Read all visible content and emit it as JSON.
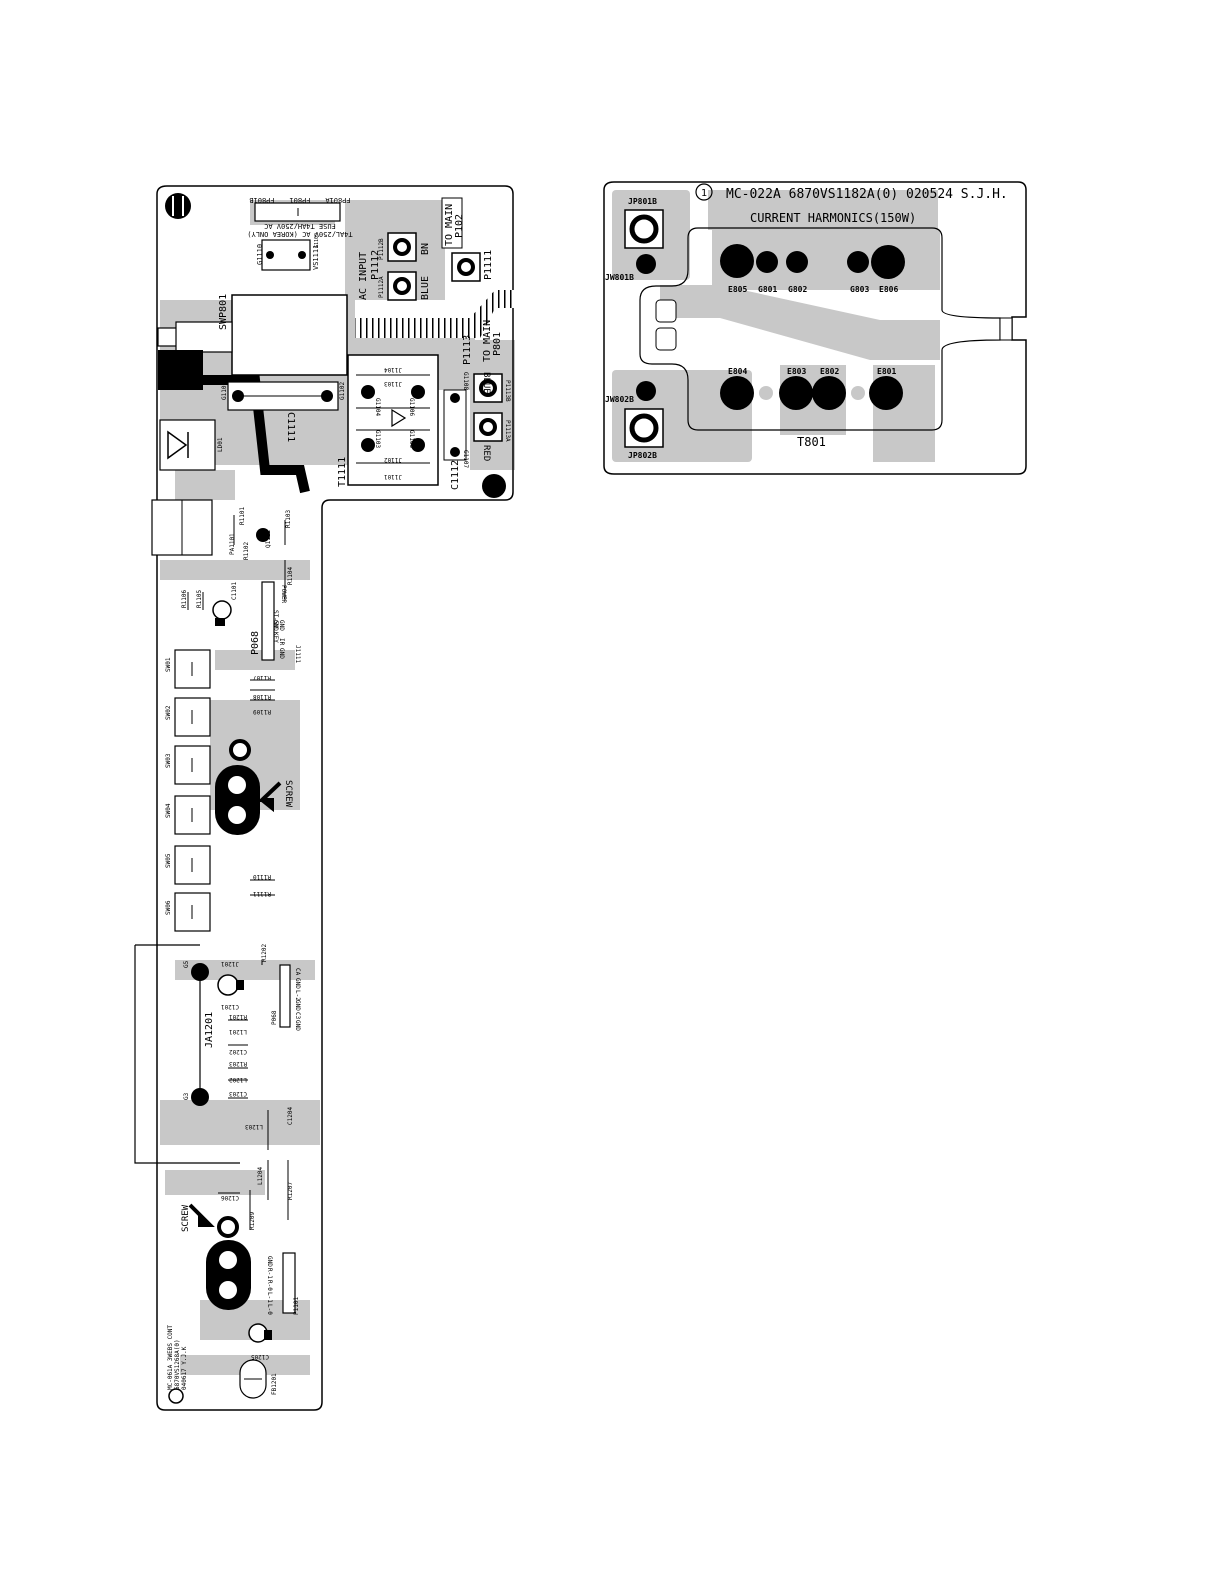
{
  "left_board": {
    "texts": {
      "fp801b": "FP801B",
      "fp801": "FP801",
      "fp801a": "FP801A",
      "fuse_note1": "T4AL/250V AC (KOREA ONLY)",
      "fuse_note2": "FUSE T4AH/250V AC",
      "vs1111": "VS1111",
      "g1110": "G1110",
      "g1109": "G1109",
      "ac_input": "AC INPUT",
      "p1112": "P1112",
      "p1112b": "P1112B",
      "p1112a": "P1112A",
      "bn": "BN",
      "blue1": "BLUE",
      "to_main_p102_a": "TO MAIN",
      "to_main_p102_b": "P102",
      "p1111": "P1111",
      "swp801": "SWP801",
      "p1113": "P1113",
      "to_main_p801_a": "TO MAIN",
      "to_main_p801_b": "P801",
      "blue2": "BLUE",
      "p1113b": "P1113B",
      "red": "RED",
      "p1113a": "P1113A",
      "c1111": "C1111",
      "c1112": "C1112",
      "t1111": "T1111",
      "g1101": "G1101",
      "g1102": "G1102",
      "j1103": "J1103",
      "j1104": "J1104",
      "j1101": "J1101",
      "j1102": "J1102",
      "g1104": "G1104",
      "g1106": "G1106",
      "g1103": "G1103",
      "g1105": "G1105",
      "g1107": "G1107",
      "g1108": "G1108",
      "ld01": "LD01",
      "r1101": "R1101",
      "r1103": "R1103",
      "r1102": "R1102",
      "q1101": "Q1101",
      "pa1101": "PA1101",
      "r1104": "R1104",
      "r1106": "R1106",
      "r1105": "R1105",
      "c1101": "C1101",
      "p068_top": "P068",
      "pin_power": "POWER",
      "pin_st5v": "ST-5V",
      "pin_gnd1": "GND",
      "pin_key": "KEY",
      "pin_gnd2": "GND",
      "pin_ir": "IR",
      "pin_gnd3": "GND",
      "j1111": "J1111",
      "r1107": "R1107",
      "r1108": "R1108",
      "r1109": "R1109",
      "sw01": "SW01",
      "sw02": "SW02",
      "sw03": "SW03",
      "sw04": "SW04",
      "sw05": "SW05",
      "sw06": "SW06",
      "screw1": "SCREW",
      "r1110": "R1110",
      "r1111": "R1111",
      "g5": "G5",
      "j1201": "J1201",
      "r1202": "R1202",
      "c1201": "C1201",
      "pin_ca": "CA",
      "pin_gnd4": "GND",
      "pin_l2": "L-2",
      "pin_gnd5": "GND",
      "pin_c3": "C3",
      "pin_gnd6": "GND",
      "p068_bot": "P068",
      "ja1201": "JA1201",
      "r1201": "R1201",
      "l1201": "L1201",
      "c1202": "C1202",
      "r1203": "R1203",
      "l1202": "L1202",
      "c1203": "C1203",
      "g3": "G3",
      "l1203": "L1203",
      "c1204": "C1204",
      "l1204": "L1204",
      "r1207": "R1207",
      "c1206": "C1206",
      "r1209": "R1209",
      "screw2": "SCREW",
      "pin_gnd7": "GND",
      "pin_r1": "R-1",
      "pin_r0": "R-0",
      "pin_l1": "L-1",
      "pin_l0": "L-0",
      "p1101": "P1101",
      "c1205": "C1205",
      "fb1201": "FB1201",
      "id_line1": "MC-061A 3WEBS CONT",
      "id_line2": "6870VS1268A(0)",
      "id_line3": "040617 Y.J.K"
    }
  },
  "right_board": {
    "texts": {
      "header_num": "1",
      "header": "MC-022A 6870VS1182A(0) 020524 S.J.H.",
      "subtitle": "CURRENT HARMONICS(150W)",
      "jp801b": "JP801B",
      "jw801b": "JW801B",
      "e805": "E805",
      "g801": "G801",
      "g802": "G802",
      "g803": "G803",
      "e806": "E806",
      "e804": "E804",
      "e803": "E803",
      "e802": "E802",
      "e801": "E801",
      "jw802b": "JW802B",
      "jp802b": "JP802B",
      "t801": "T801"
    }
  },
  "colors": {
    "copper": "#c8c8c8",
    "ink": "#000000",
    "background": "#ffffff"
  }
}
